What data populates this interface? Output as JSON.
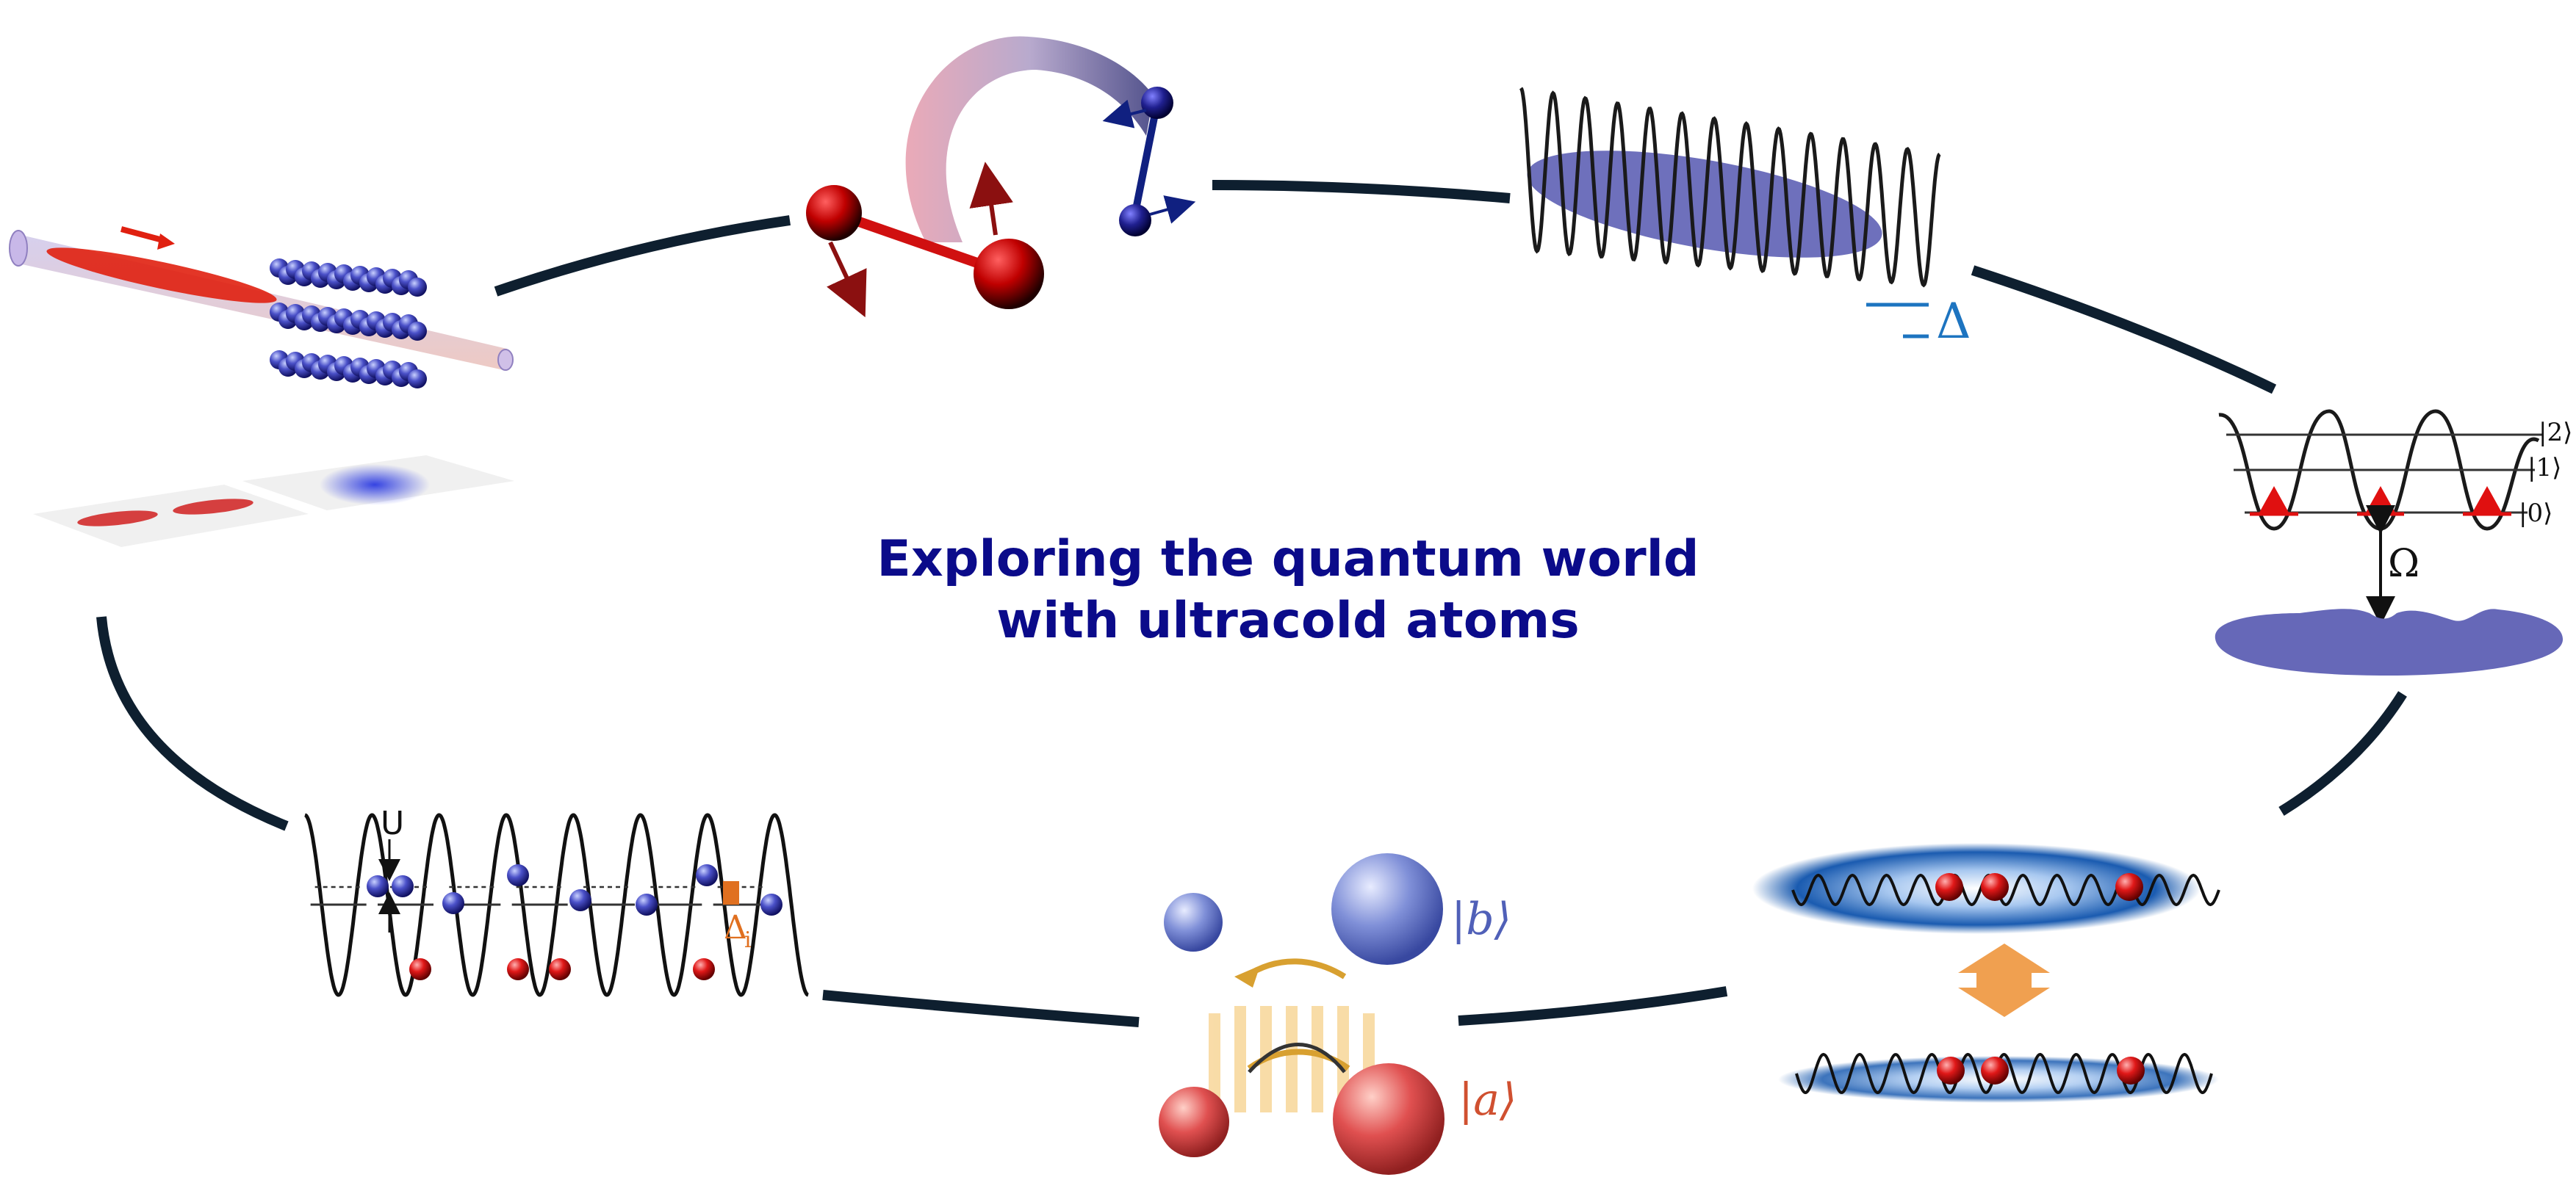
{
  "title_line1": "Exploring the quantum world",
  "title_line2": "with ultracold atoms",
  "labels": {
    "delta": "Δ",
    "omega": "Ω",
    "ket2": "|2⟩",
    "ket1": "|1⟩",
    "ket0": "|0⟩",
    "U": "U",
    "delta_i": "Δ",
    "delta_i_sub": "i",
    "ket_b": "|b⟩",
    "ket_a": "|a⟩"
  },
  "colors": {
    "ring": "#0e1f2f",
    "atom_blue": "#3c3cb4",
    "atom_red": "#d01010",
    "disc_blue": "#6668b8",
    "orange": "#f0a050",
    "title": "#0b0b8a"
  },
  "panels": [
    "atoms-in-optical-trap",
    "molecule-rotation",
    "detuned-lattice-wave",
    "triple-well-levels",
    "lattice-superposition",
    "two-state-atom-interaction",
    "hubbard-lattice"
  ]
}
